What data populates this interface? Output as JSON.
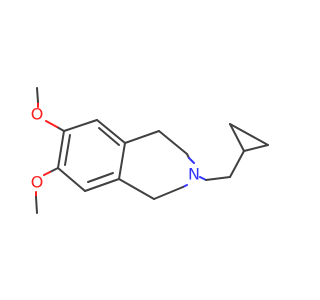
{
  "molecule": {
    "atoms": [
      {
        "id": "O1",
        "symbol": "O",
        "color": "#ff2020"
      },
      {
        "id": "O2",
        "symbol": "O",
        "color": "#ff2020"
      },
      {
        "id": "N1",
        "symbol": "N",
        "color": "#3333ff"
      }
    ],
    "bond_color": "#404040"
  }
}
